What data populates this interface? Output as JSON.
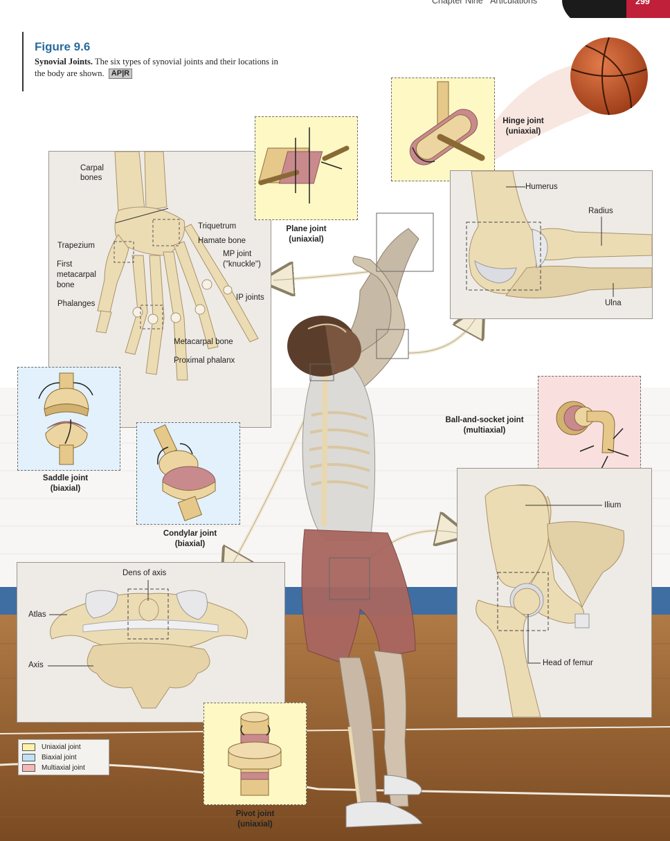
{
  "header": {
    "chapter": "Chapter Nine",
    "section": "Articulations",
    "page_number": "299"
  },
  "figure": {
    "number": "Figure 9.6",
    "caption_bold": "Synovial Joints.",
    "caption_text": "The six types of synovial joints and their locations in the body are shown.",
    "badge": "AP|R"
  },
  "joints": {
    "plane": {
      "name": "Plane joint",
      "axis": "(uniaxial)"
    },
    "hinge": {
      "name": "Hinge joint",
      "axis": "(uniaxial)"
    },
    "saddle": {
      "name": "Saddle joint",
      "axis": "(biaxial)"
    },
    "condylar": {
      "name": "Condylar joint",
      "axis": "(biaxial)"
    },
    "ball_socket": {
      "name": "Ball-and-socket joint",
      "axis": "(multiaxial)"
    },
    "pivot": {
      "name": "Pivot joint",
      "axis": "(uniaxial)"
    }
  },
  "hand_labels": {
    "carpal_1": "Carpal",
    "carpal_2": "bones",
    "triquetrum": "Triquetrum",
    "hamate": "Hamate bone",
    "mp_1": "MP joint",
    "mp_2": "(\"knuckle\")",
    "trapezium": "Trapezium",
    "first_meta_1": "First",
    "first_meta_2": "metacarpal",
    "first_meta_3": "bone",
    "phalanges": "Phalanges",
    "ip_joints": "IP joints",
    "metacarpal": "Metacarpal bone",
    "proximal_phalanx": "Proximal phalanx"
  },
  "elbow_labels": {
    "humerus": "Humerus",
    "radius": "Radius",
    "ulna": "Ulna"
  },
  "neck_labels": {
    "dens": "Dens of axis",
    "atlas": "Atlas",
    "axis": "Axis"
  },
  "hip_labels": {
    "ilium": "Ilium",
    "femur_head": "Head of femur"
  },
  "legend": {
    "items": [
      {
        "label": "Uniaxial joint",
        "color": "#fdf3a6"
      },
      {
        "label": "Biaxial joint",
        "color": "#bfe2f6"
      },
      {
        "label": "Multiaxial joint",
        "color": "#f4b8b6"
      }
    ]
  },
  "colors": {
    "title": "#2a6a9c",
    "bone": "#ecdcb4",
    "cartilage": "#c98a8e",
    "uniaxial_panel": "#fdf8c4",
    "biaxial_panel": "#e2f1fb",
    "multiaxial_panel": "#f9e0df"
  }
}
